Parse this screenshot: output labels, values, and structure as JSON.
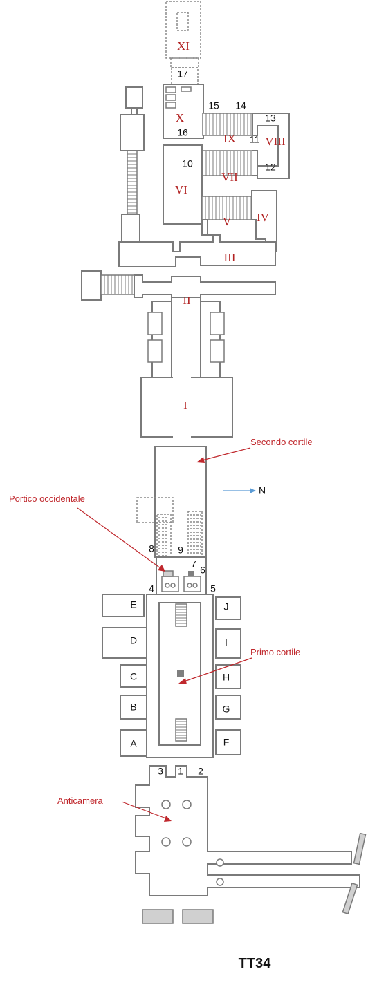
{
  "caption": "TT34",
  "north_label": "N",
  "roman_labels": [
    "XI",
    "X",
    "IX",
    "VIII",
    "VII",
    "VI",
    "V",
    "IV",
    "III",
    "II",
    "I"
  ],
  "number_labels": [
    "17",
    "15",
    "14",
    "13",
    "16",
    "11",
    "10",
    "12",
    "8",
    "9",
    "7",
    "6",
    "4",
    "5",
    "3",
    "1",
    "2"
  ],
  "chapel_letters": [
    "E",
    "D",
    "C",
    "B",
    "A",
    "J",
    "I",
    "H",
    "G",
    "F"
  ],
  "annotations": {
    "secondo_cortile": "Secondo cortile",
    "portico_occidentale": "Portico occidentale",
    "primo_cortile": "Primo cortile",
    "anticamera": "Anticamera"
  },
  "colors": {
    "wall": "#7a7a7a",
    "label_red": "#b22222",
    "annotation_red": "#c0282d",
    "north_arrow": "#5b9bd5",
    "block_fill": "#d0d0d0"
  }
}
